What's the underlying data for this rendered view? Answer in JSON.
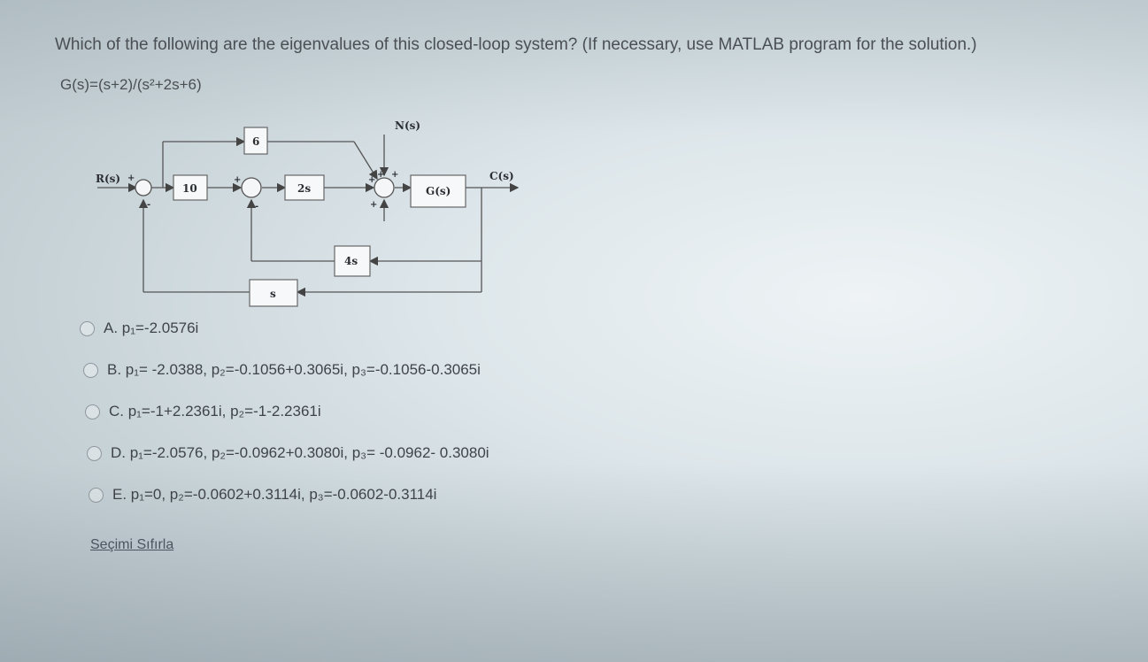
{
  "question": {
    "text": "Which of the following are the eigenvalues of this closed-loop system? (If necessary, use MATLAB program for the solution.)",
    "transfer_function": "G(s)=(s+2)/(s²+2s+6)"
  },
  "diagram": {
    "input_label": "R(s)",
    "output_label": "C(s)",
    "disturbance_label": "N(s)",
    "blocks": {
      "gain_10": "10",
      "gain_6": "6",
      "block_2s": "2s",
      "block_gs": "G(s)",
      "block_4s": "4s",
      "block_s": "s"
    },
    "signs": {
      "plus": "+",
      "minus": "-"
    }
  },
  "options": [
    {
      "label": "A. p₁=-2.0576i"
    },
    {
      "label": "B. p₁= -2.0388, p₂=-0.1056+0.3065i, p₃=-0.1056-0.3065i"
    },
    {
      "label": "C. p₁=-1+2.2361i, p₂=-1-2.2361i"
    },
    {
      "label": "D. p₁=-2.0576, p₂=-0.0962+0.3080i, p₃= -0.0962- 0.3080i"
    },
    {
      "label": "E. p₁=0, p₂=-0.0602+0.3114i, p₃=-0.0602-0.3114i"
    }
  ],
  "reset_label": "Seçimi Sıfırla"
}
